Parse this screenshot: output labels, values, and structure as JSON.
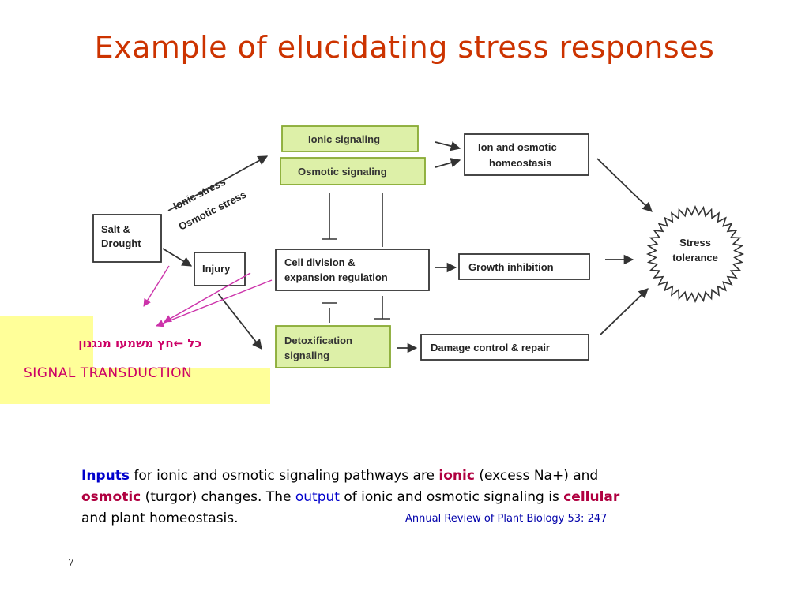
{
  "slide": {
    "title": "Example of elucidating stress responses",
    "page_number": "7"
  },
  "diagram": {
    "nodes": {
      "salt_drought": [
        "Salt &",
        "Drought"
      ],
      "injury": "Injury",
      "ionic_signaling": "Ionic signaling",
      "osmotic_signaling": "Osmotic signaling",
      "cell_division": [
        "Cell division &",
        "expansion regulation"
      ],
      "detoxification": [
        "Detoxification",
        "signaling"
      ],
      "ion_homeostasis": [
        "Ion and osmotic",
        "homeostasis"
      ],
      "growth_inhibition": "Growth inhibition",
      "damage_control": "Damage control & repair",
      "stress_tolerance": [
        "Stress",
        "tolerance"
      ]
    },
    "edge_labels": {
      "ionic_stress": "Ionic stress",
      "osmotic_stress": "Osmotic stress"
    },
    "colors": {
      "signaling_fill": "#ddf0a8",
      "signaling_border": "#88aa33",
      "box_border": "#333333",
      "magenta_arrow": "#cc33aa"
    }
  },
  "annotation": {
    "hebrew": "כל ←חץ משמעו מנגנון",
    "signal": "SIGNAL TRANSDUCTION",
    "background": "#ffff99",
    "text_color": "#cc0066"
  },
  "caption": {
    "inputs": "Inputs",
    "t1": " for ionic and osmotic signaling pathways are ",
    "ionic": "ionic",
    "t2": " (excess Na+) and",
    "osmotic": "osmotic",
    "t3": " (turgor) changes. The ",
    "output": "output",
    "t4": " of ionic and osmotic signaling is ",
    "cellular": "cellular",
    "t5": "and plant homeostasis."
  },
  "reference": "Annual Review of Plant Biology 53: 247"
}
